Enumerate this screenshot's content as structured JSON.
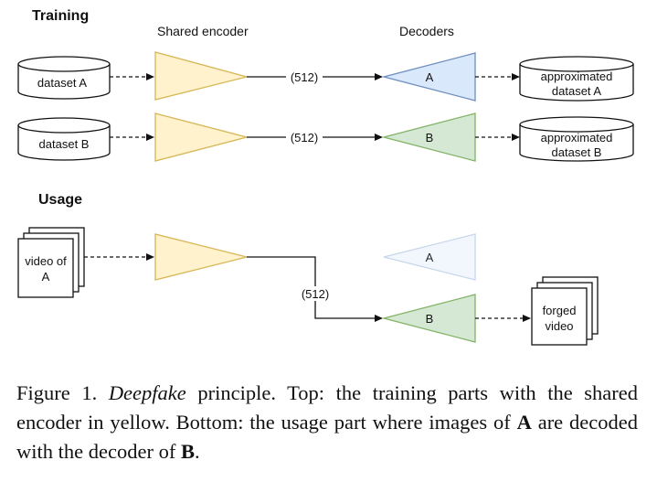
{
  "sections": {
    "training": "Training",
    "usage": "Usage"
  },
  "headers": {
    "encoder": "Shared encoder",
    "decoders": "Decoders"
  },
  "training": {
    "row_a": {
      "dataset": "dataset A",
      "dim": "(512)",
      "decoder": "A",
      "output_line1": "approximated",
      "output_line2": "dataset A"
    },
    "row_b": {
      "dataset": "dataset B",
      "dim": "(512)",
      "decoder": "B",
      "output_line1": "approximated",
      "output_line2": "dataset B"
    }
  },
  "usage": {
    "input_line1": "video of",
    "input_line2": "A",
    "dim": "(512)",
    "decoder_faded": "A",
    "decoder_active": "B",
    "output_line1": "forged",
    "output_line2": "video"
  },
  "caption": {
    "label": "Figure 1.",
    "term": "Deepfake",
    "text1": "principle.  Top: the training parts with the shared encoder in yellow.  Bottom: the usage part where images of",
    "bold_a": "A",
    "text2": "are decoded with the decoder of",
    "bold_b": "B",
    "end": "."
  },
  "colors": {
    "encoder_fill": "#fff2cc",
    "encoder_stroke": "#d6b656",
    "decoder_a_fill": "#dae8fc",
    "decoder_a_stroke": "#6c8ebf",
    "decoder_b_fill": "#d5e8d4",
    "decoder_b_stroke": "#82b366"
  }
}
